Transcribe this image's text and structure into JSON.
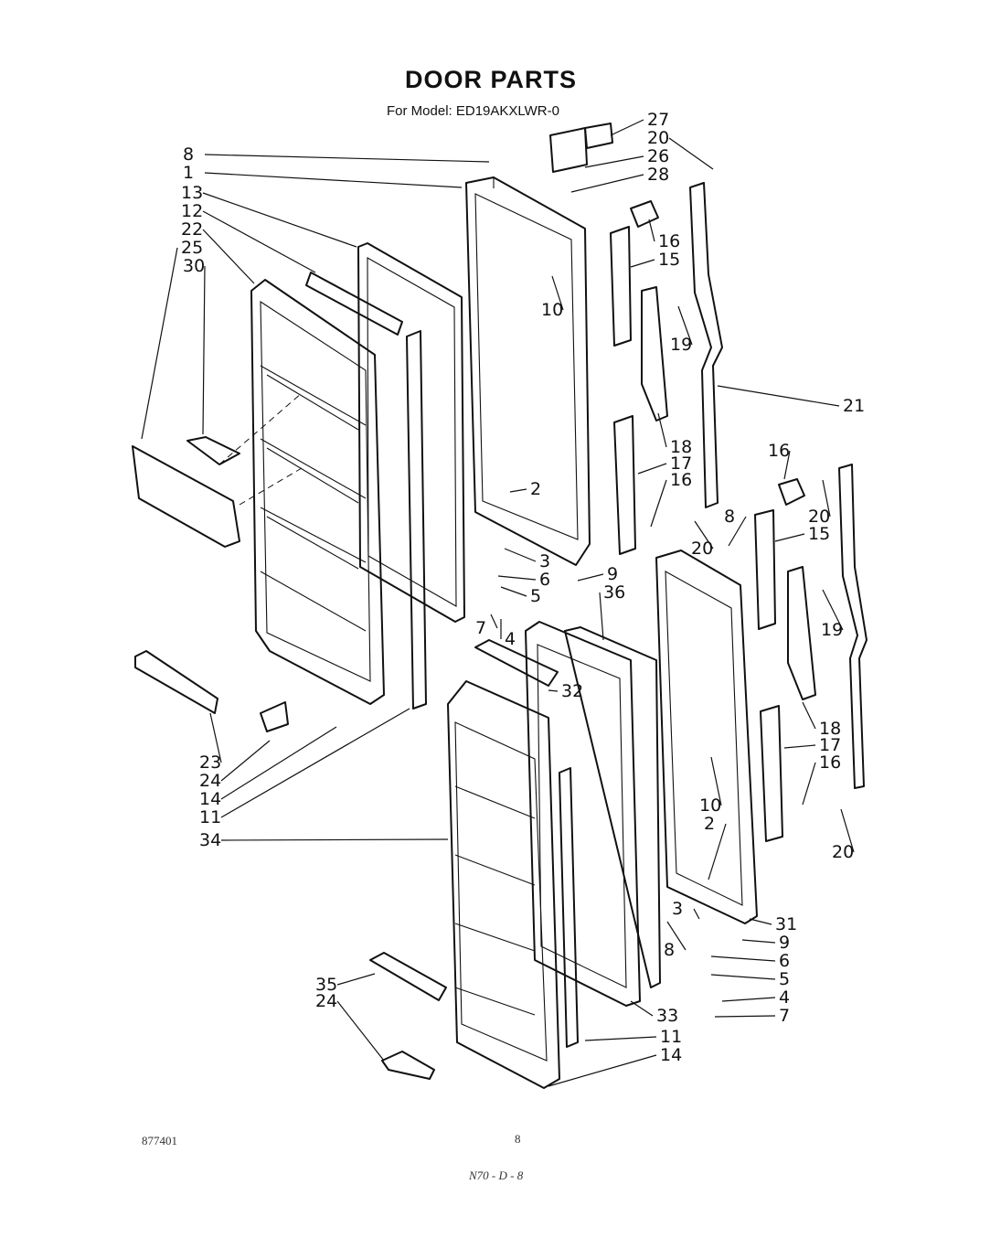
{
  "header": {
    "title": "DOOR PARTS",
    "subtitle": "For Model: ED19AKXLWR-0"
  },
  "footer": {
    "doc_number": "877401",
    "page_number": "8",
    "handwritten_note": "N70 - D - 8"
  },
  "callouts": [
    {
      "id": "c8a",
      "text": "8"
    },
    {
      "id": "c1",
      "text": "1"
    },
    {
      "id": "c13",
      "text": "13"
    },
    {
      "id": "c12",
      "text": "12"
    },
    {
      "id": "c22",
      "text": "22"
    },
    {
      "id": "c25",
      "text": "25"
    },
    {
      "id": "c30",
      "text": "30"
    },
    {
      "id": "c27",
      "text": "27"
    },
    {
      "id": "c20a",
      "text": "20"
    },
    {
      "id": "c26",
      "text": "26"
    },
    {
      "id": "c28",
      "text": "28"
    },
    {
      "id": "c16a",
      "text": "16"
    },
    {
      "id": "c15a",
      "text": "15"
    },
    {
      "id": "c10a",
      "text": "10"
    },
    {
      "id": "c19a",
      "text": "19"
    },
    {
      "id": "c21",
      "text": "21"
    },
    {
      "id": "c18a",
      "text": "18"
    },
    {
      "id": "c17a",
      "text": "17"
    },
    {
      "id": "c16b",
      "text": "16"
    },
    {
      "id": "c2a",
      "text": "2"
    },
    {
      "id": "c20b",
      "text": "20"
    },
    {
      "id": "c16c",
      "text": "16"
    },
    {
      "id": "c20c",
      "text": "20"
    },
    {
      "id": "c8b",
      "text": "8"
    },
    {
      "id": "c15b",
      "text": "15"
    },
    {
      "id": "c3a",
      "text": "3"
    },
    {
      "id": "c6a",
      "text": "6"
    },
    {
      "id": "c5a",
      "text": "5"
    },
    {
      "id": "c9a",
      "text": "9"
    },
    {
      "id": "c36",
      "text": "36"
    },
    {
      "id": "c7a",
      "text": "7"
    },
    {
      "id": "c4a",
      "text": "4"
    },
    {
      "id": "c19b",
      "text": "19"
    },
    {
      "id": "c32",
      "text": "32"
    },
    {
      "id": "c18b",
      "text": "18"
    },
    {
      "id": "c17b",
      "text": "17"
    },
    {
      "id": "c16d",
      "text": "16"
    },
    {
      "id": "c23",
      "text": "23"
    },
    {
      "id": "c24a",
      "text": "24"
    },
    {
      "id": "c14a",
      "text": "14"
    },
    {
      "id": "c11a",
      "text": "11"
    },
    {
      "id": "c34",
      "text": "34"
    },
    {
      "id": "c10b",
      "text": "10"
    },
    {
      "id": "c2b",
      "text": "2"
    },
    {
      "id": "c20d",
      "text": "20"
    },
    {
      "id": "c3b",
      "text": "3"
    },
    {
      "id": "c31",
      "text": "31"
    },
    {
      "id": "c8c",
      "text": "8"
    },
    {
      "id": "c9b",
      "text": "9"
    },
    {
      "id": "c6b",
      "text": "6"
    },
    {
      "id": "c5b",
      "text": "5"
    },
    {
      "id": "c35",
      "text": "35"
    },
    {
      "id": "c24b",
      "text": "24"
    },
    {
      "id": "c4b",
      "text": "4"
    },
    {
      "id": "c33",
      "text": "33"
    },
    {
      "id": "c7b",
      "text": "7"
    },
    {
      "id": "c11b",
      "text": "11"
    },
    {
      "id": "c14b",
      "text": "14"
    }
  ]
}
